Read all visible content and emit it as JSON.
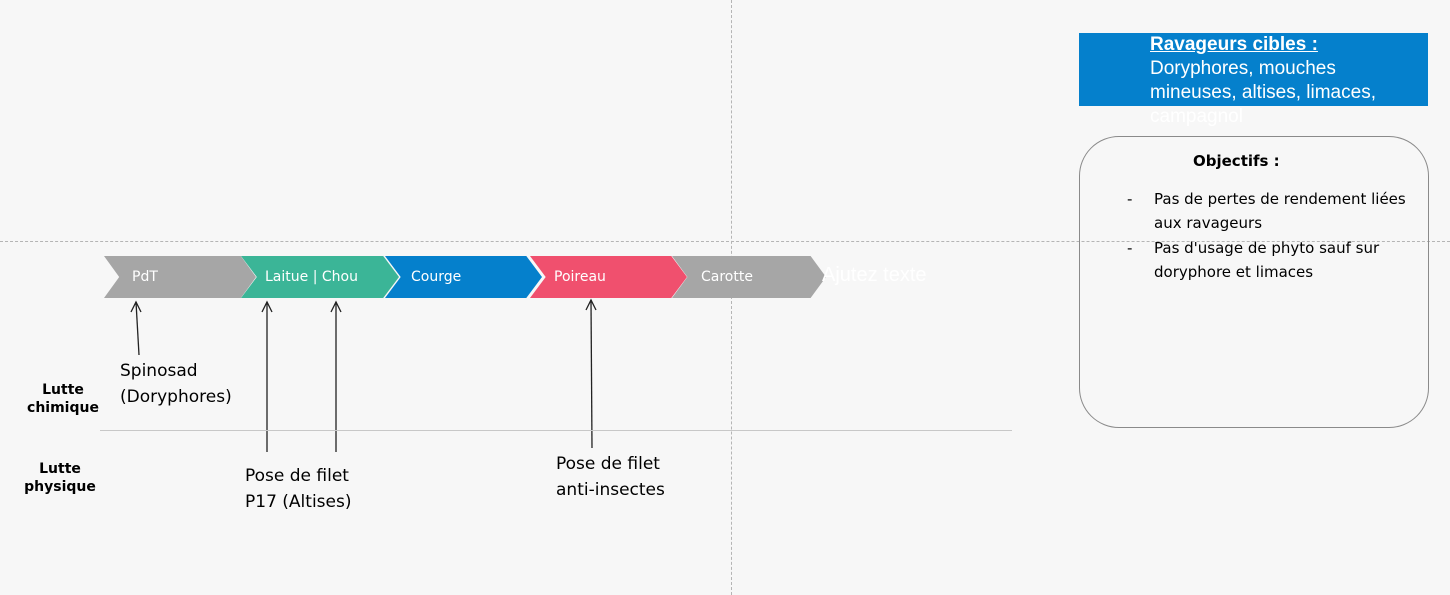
{
  "timeline": {
    "steps": [
      {
        "label": "PdT",
        "color": "#a6a6a6"
      },
      {
        "label": "Laitue | Chou",
        "color": "#3bb597"
      },
      {
        "label": "Courge",
        "color": "#0580cc"
      },
      {
        "label": "Poireau",
        "color": "#f0506e"
      },
      {
        "label": "Carotte",
        "color": "#a6a6a6"
      }
    ],
    "placeholder_text": "Ajutez texte"
  },
  "rows": {
    "chemical": {
      "line1": "Lutte",
      "line2": "chimique"
    },
    "physical": {
      "line1": "Lutte",
      "line2": "physique"
    }
  },
  "annotations": {
    "spinosad": {
      "line1": "Spinosad",
      "line2": "(Doryphores)"
    },
    "filet_p17": {
      "line1": "Pose de filet",
      "line2": "P17 (Altises)"
    },
    "filet_anti": {
      "line1": "Pose de filet",
      "line2": "anti-insectes"
    }
  },
  "pests": {
    "title": "Ravageurs cibles :",
    "text": "Doryphores, mouches mineuses, altises, limaces, campagnol",
    "color": "#0580cc"
  },
  "objectives": {
    "title": "Objectifs :",
    "items": [
      {
        "dash": "-",
        "text": "Pas de pertes de rendement liées aux ravageurs"
      },
      {
        "dash": "-",
        "text": "Pas d'usage de phyto sauf sur doryphore et limaces"
      }
    ]
  }
}
